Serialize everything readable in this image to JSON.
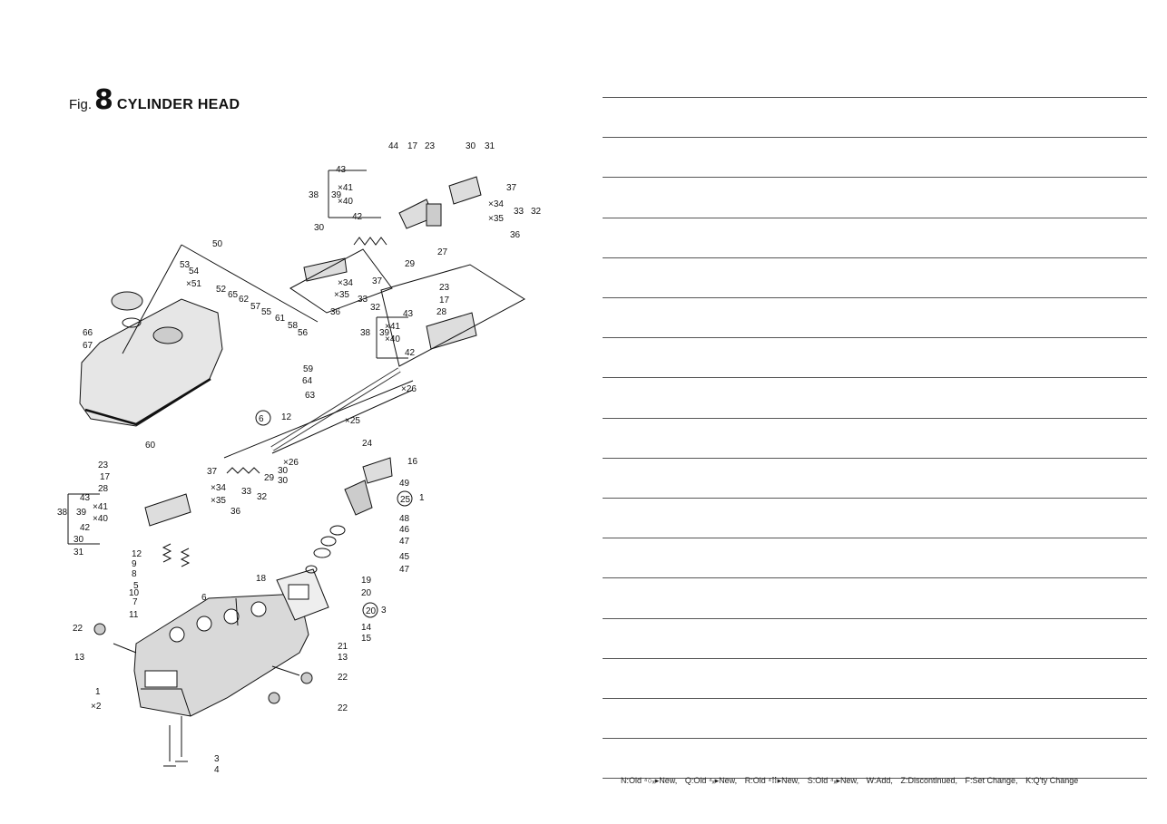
{
  "header": {
    "fig_word": "Fig.",
    "fig_number": "8",
    "title": "CYLINDER HEAD"
  },
  "callouts": [
    {
      "t": "44"
    },
    {
      "t": "17"
    },
    {
      "t": "23"
    },
    {
      "t": "30"
    },
    {
      "t": "31"
    },
    {
      "t": "43"
    },
    {
      "t": "38"
    },
    {
      "t": "39"
    },
    {
      "t": "×41"
    },
    {
      "t": "×40"
    },
    {
      "t": "42"
    },
    {
      "t": "37"
    },
    {
      "t": "×34"
    },
    {
      "t": "×35"
    },
    {
      "t": "33"
    },
    {
      "t": "32"
    },
    {
      "t": "36"
    },
    {
      "t": "27"
    },
    {
      "t": "30"
    },
    {
      "t": "29"
    },
    {
      "t": "37"
    },
    {
      "t": "×34"
    },
    {
      "t": "×35"
    },
    {
      "t": "33"
    },
    {
      "t": "36"
    },
    {
      "t": "32"
    },
    {
      "t": "50"
    },
    {
      "t": "53"
    },
    {
      "t": "54"
    },
    {
      "t": "×51"
    },
    {
      "t": "52"
    },
    {
      "t": "65"
    },
    {
      "t": "62"
    },
    {
      "t": "57"
    },
    {
      "t": "55"
    },
    {
      "t": "61"
    },
    {
      "t": "58"
    },
    {
      "t": "56"
    },
    {
      "t": "66"
    },
    {
      "t": "67"
    },
    {
      "t": "59"
    },
    {
      "t": "64"
    },
    {
      "t": "63"
    },
    {
      "t": "12"
    },
    {
      "t": "60"
    },
    {
      "t": "23"
    },
    {
      "t": "17"
    },
    {
      "t": "28"
    },
    {
      "t": "43"
    },
    {
      "t": "38"
    },
    {
      "t": "39"
    },
    {
      "t": "×41"
    },
    {
      "t": "×40"
    },
    {
      "t": "42"
    },
    {
      "t": "×26"
    },
    {
      "t": "×25"
    },
    {
      "t": "24"
    },
    {
      "t": "×26"
    },
    {
      "t": "23"
    },
    {
      "t": "17"
    },
    {
      "t": "28"
    },
    {
      "t": "43"
    },
    {
      "t": "38"
    },
    {
      "t": "39"
    },
    {
      "t": "×41"
    },
    {
      "t": "×40"
    },
    {
      "t": "42"
    },
    {
      "t": "30"
    },
    {
      "t": "31"
    },
    {
      "t": "37"
    },
    {
      "t": "×34"
    },
    {
      "t": "×35"
    },
    {
      "t": "33"
    },
    {
      "t": "32"
    },
    {
      "t": "36"
    },
    {
      "t": "29"
    },
    {
      "t": "30"
    },
    {
      "t": "30"
    },
    {
      "t": "16"
    },
    {
      "t": "49"
    },
    {
      "t": "1"
    },
    {
      "t": "48"
    },
    {
      "t": "46"
    },
    {
      "t": "47"
    },
    {
      "t": "45"
    },
    {
      "t": "47"
    },
    {
      "t": "12"
    },
    {
      "t": "9"
    },
    {
      "t": "8"
    },
    {
      "t": "5"
    },
    {
      "t": "10"
    },
    {
      "t": "7"
    },
    {
      "t": "11"
    },
    {
      "t": "6"
    },
    {
      "t": "18"
    },
    {
      "t": "19"
    },
    {
      "t": "20"
    },
    {
      "t": "3"
    },
    {
      "t": "14"
    },
    {
      "t": "15"
    },
    {
      "t": "21"
    },
    {
      "t": "13"
    },
    {
      "t": "22"
    },
    {
      "t": "13"
    },
    {
      "t": "22"
    },
    {
      "t": "22"
    },
    {
      "t": "1"
    },
    {
      "t": "×2"
    },
    {
      "t": "3"
    },
    {
      "t": "4"
    }
  ],
  "circled_refs": [
    {
      "t": "6"
    },
    {
      "t": "25"
    },
    {
      "t": "20"
    }
  ],
  "ruled_line_count": 18,
  "legend": [
    "N:Old ⁴○ₓ▸New,",
    "Q:Old ⁴ₓ▸New,",
    "R:Old ⁴⠿▸New,",
    "S:Old ⁴ₓ▸New,",
    "W:Add,",
    "Z:Discontinued,",
    "F:Set Change,",
    "K:Q'ty Change"
  ]
}
